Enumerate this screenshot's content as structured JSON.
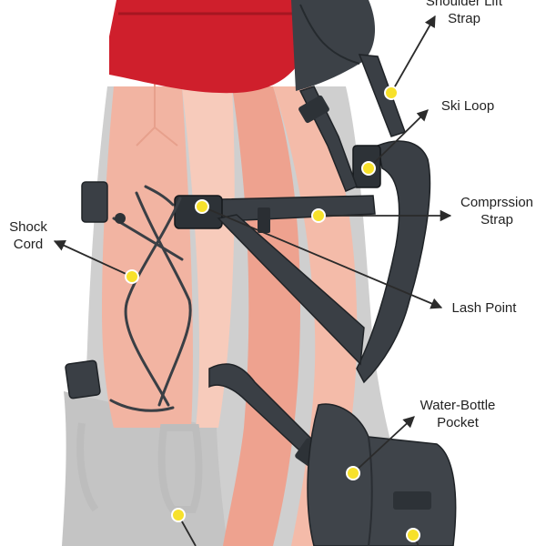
{
  "labels": {
    "shoulder_lift_strap": [
      "Shoulder Lift",
      "Strap"
    ],
    "ski_loop": "Ski Loop",
    "shock_cord": [
      "Shock",
      "Cord"
    ],
    "compression_strap": [
      "Comprssion",
      "Strap"
    ],
    "lash_point": "Lash Point",
    "water_bottle_pocket": [
      "Water-Bottle",
      "Pocket"
    ]
  },
  "colors": {
    "pack_body": "#c9c9c9",
    "pack_shadow": "#b5b5b5",
    "strap_dark": "#3a3f45",
    "strap_edge": "#1f2327",
    "red_lid": "#d1202d",
    "salmon_panel": "#f2ad9a",
    "pink_panel": "#f6c9b9",
    "marker_fill": "#f7e12b",
    "marker_ring": "#ffffff",
    "leader_line": "#2b2b2b"
  }
}
